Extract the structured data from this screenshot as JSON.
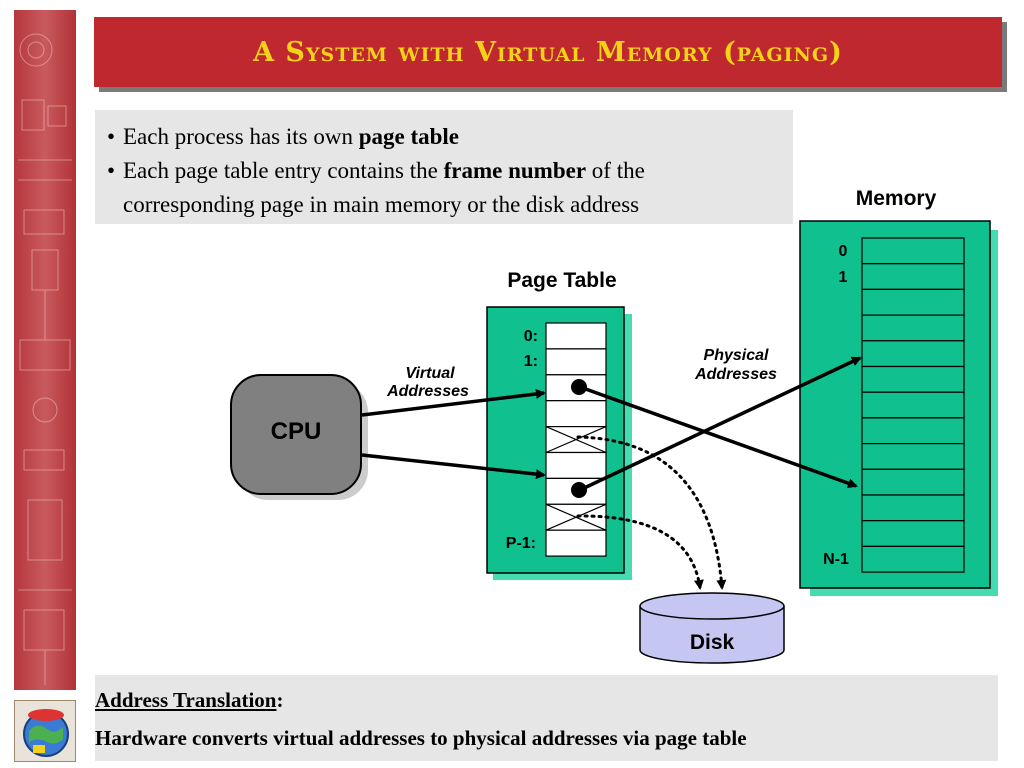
{
  "title": "A System with Virtual Memory (paging)",
  "bullets": [
    {
      "text_before": "Each process has its own ",
      "bold": "page table",
      "text_after": ""
    },
    {
      "text_before": "Each page table entry contains the ",
      "bold": "frame number",
      "text_after": " of the"
    },
    {
      "text_before": "corresponding page in main memory or the disk address",
      "bold": "",
      "text_after": ""
    }
  ],
  "diagram": {
    "cpu_label": "CPU",
    "page_table_title": "Page Table",
    "page_table_rows": [
      "0:",
      "1:",
      "P-1:"
    ],
    "memory_title": "Memory",
    "memory_rows": [
      "0",
      "1",
      "N-1"
    ],
    "virtual_label_line1": "Virtual",
    "virtual_label_line2": "Addresses",
    "physical_label_line1": "Physical",
    "physical_label_line2": "Addresses",
    "disk_label": "Disk",
    "colors": {
      "teal": "#10c08e",
      "teal_light": "#44dcb0",
      "cpu_gray": "#808080",
      "disk_lavender": "#c6c6f2",
      "title_red": "#c0282f",
      "title_gold": "#f5d21a"
    }
  },
  "footer": {
    "title": "Address Translation",
    "title_suffix": ":",
    "body": "Hardware converts virtual addresses to physical addresses via page table"
  }
}
